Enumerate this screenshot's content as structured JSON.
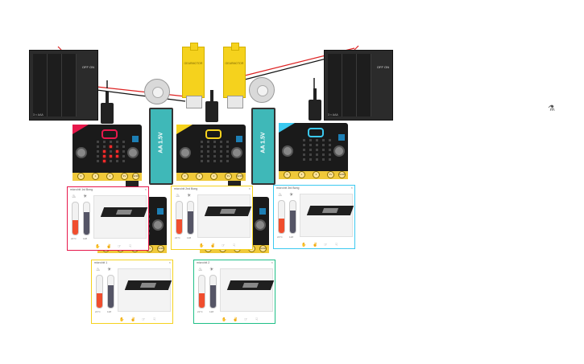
{
  "battery_packs": [
    {
      "switch_label": "OFF ON",
      "caption": "3 × AAA"
    },
    {
      "switch_label": "OFF ON",
      "caption": "3 × AAA"
    }
  ],
  "gear_motors": [
    {
      "label": "GEARMOTOR"
    },
    {
      "label": "GEARMOTOR"
    }
  ],
  "aa_batteries": [
    {
      "label": "AA 1.5V"
    },
    {
      "label": "AA 1.5V"
    }
  ],
  "pin_labels": [
    "0",
    "1",
    "2",
    "3V",
    "GND"
  ],
  "microbits": [
    {
      "accent": "#e7184b",
      "face_color": "#e7184b",
      "on": [
        7,
        11,
        13,
        16,
        17,
        18,
        21
      ]
    },
    {
      "accent": "#f5d21d",
      "face_color": "#f5d21d",
      "on": []
    },
    {
      "accent": "#3bc9f0",
      "face_color": "#3bc9f0",
      "on": []
    },
    {
      "accent": "#f5d21d",
      "face_color": "#f5d21d",
      "on": [
        7,
        11,
        13,
        16,
        17,
        18,
        21
      ]
    },
    {
      "accent": "#1fbf87",
      "face_color": "#1fbf87",
      "on": [
        2,
        6,
        7,
        8,
        11,
        12,
        13,
        17
      ]
    }
  ],
  "panels": [
    {
      "title": "micro:bit 1st Bong",
      "color": "#e7184b",
      "temp": "21°C",
      "light": "128",
      "fill": 0.45
    },
    {
      "title": "micro:bit 2nd Bong",
      "color": "#f5d21d",
      "temp": "21°C",
      "light": "128",
      "fill": 0.45
    },
    {
      "title": "micro:bit 3rd Bong",
      "color": "#3bc9f0",
      "temp": "21°C",
      "light": "128",
      "fill": 0.45
    },
    {
      "title": "micro:bit 1",
      "color": "#f5d21d",
      "temp": "21°C",
      "light": "128",
      "fill": 0.45
    },
    {
      "title": "micro:bit 2",
      "color": "#1fbf87",
      "temp": "21°C",
      "light": "128",
      "fill": 0.45
    }
  ],
  "icons": {
    "thermometer": "thermometer-icon",
    "light": "sun-icon",
    "close": "close-icon",
    "person": "person-icon"
  }
}
